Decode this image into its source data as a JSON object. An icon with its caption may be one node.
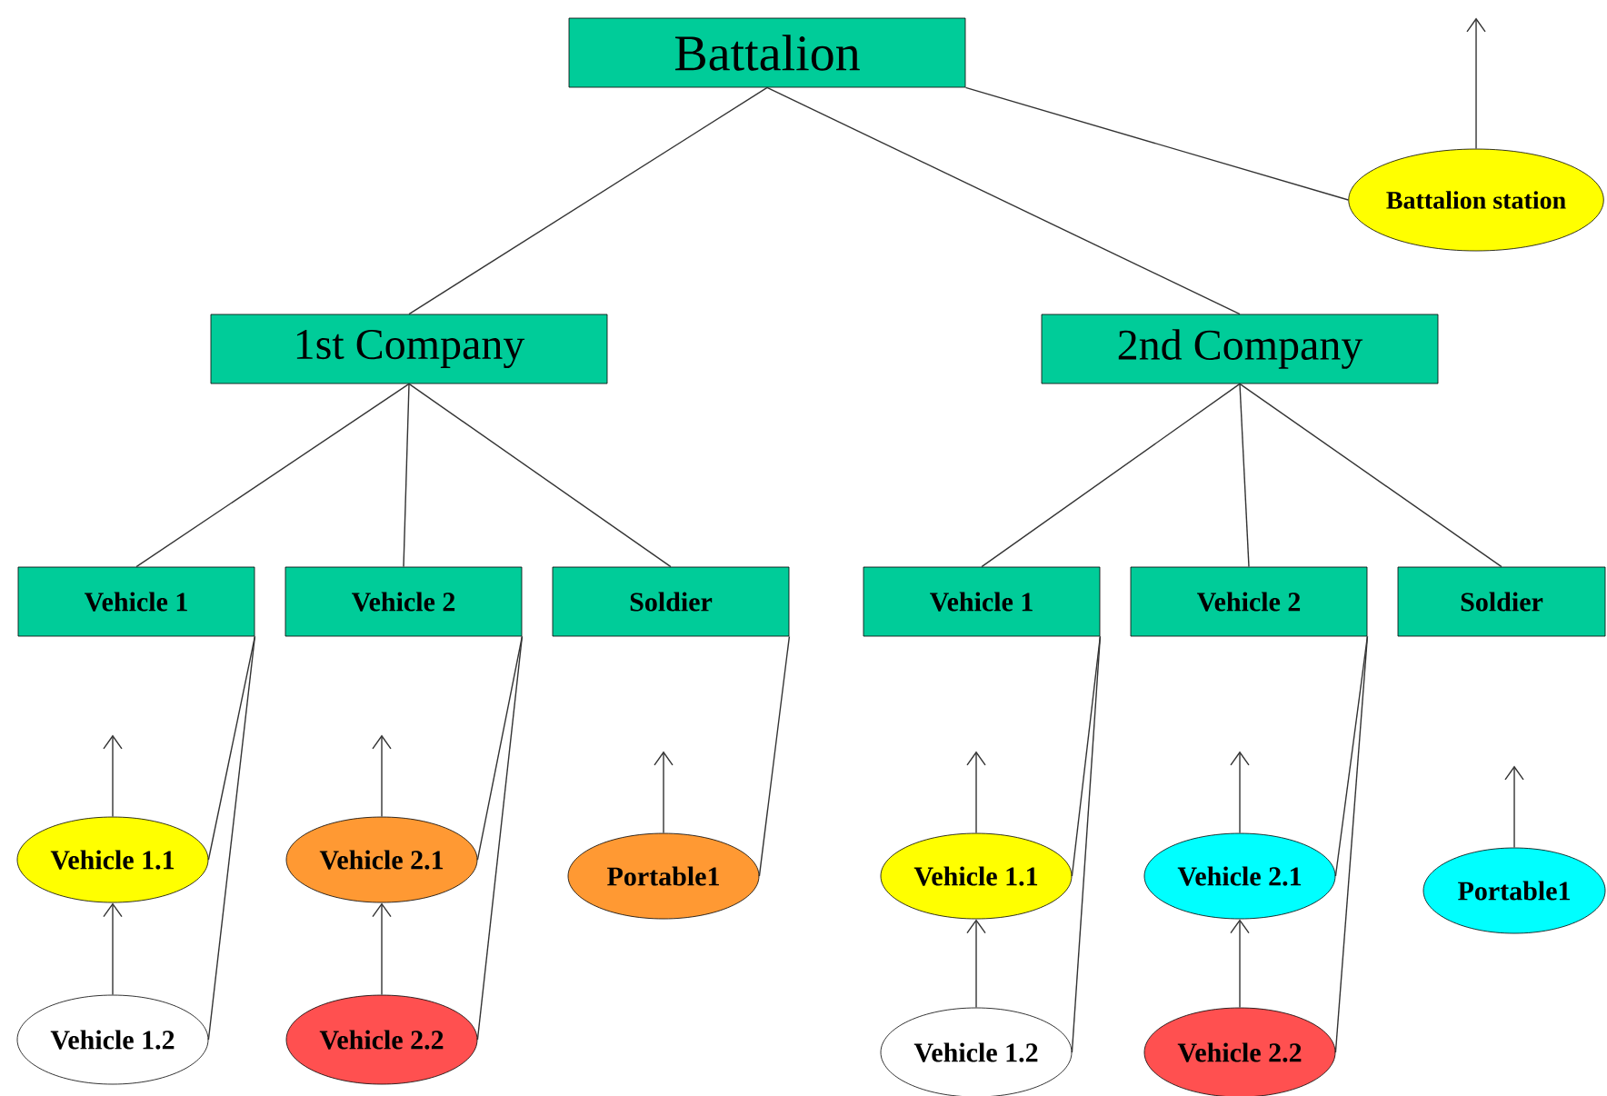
{
  "diagram": {
    "nodes": [
      {
        "text": [
          "Battalion"
        ]
      },
      {
        "text": [
          "Battalion station"
        ]
      },
      {
        "text": [
          "1st Company"
        ]
      },
      {
        "text": [
          "2nd Company"
        ]
      },
      {
        "text": [
          "Vehicle 1"
        ]
      },
      {
        "text": [
          "Vehicle 2"
        ]
      },
      {
        "text": [
          "Soldier"
        ]
      },
      {
        "text": [
          "Vehicle 1"
        ]
      },
      {
        "text": [
          "Vehicle 2"
        ]
      },
      {
        "text": [
          "Soldier"
        ]
      },
      {
        "text": [
          "Vehicle 1.1"
        ]
      },
      {
        "text": [
          "Vehicle 1.2"
        ]
      },
      {
        "text": [
          "Vehicle 2.1"
        ]
      },
      {
        "text": [
          "Vehicle 2.2"
        ]
      },
      {
        "text": [
          "Portable1"
        ]
      },
      {
        "text": [
          "Vehicle 1.1"
        ]
      },
      {
        "text": [
          "Vehicle 1.2"
        ]
      },
      {
        "text": [
          "Vehicle 2.1"
        ]
      },
      {
        "text": [
          "Vehicle 2.2"
        ]
      },
      {
        "text": [
          "Portable1"
        ]
      }
    ],
    "edges": [
      {
        "from": 0,
        "to": 2,
        "arrow": "none"
      },
      {
        "from": 0,
        "to": 3,
        "arrow": "none"
      },
      {
        "from": 0,
        "to": 1,
        "arrow": "none"
      },
      {
        "from": 1,
        "to": null,
        "arrow": "to"
      },
      {
        "from": 2,
        "to": 4,
        "arrow": "none"
      },
      {
        "from": 2,
        "to": 5,
        "arrow": "none"
      },
      {
        "from": 2,
        "to": 6,
        "arrow": "none"
      },
      {
        "from": 3,
        "to": 7,
        "arrow": "none"
      },
      {
        "from": 3,
        "to": 8,
        "arrow": "none"
      },
      {
        "from": 3,
        "to": 9,
        "arrow": "none"
      },
      {
        "from": 4,
        "to": 10,
        "arrow": "none"
      },
      {
        "from": 4,
        "to": 11,
        "arrow": "none"
      },
      {
        "from": 5,
        "to": 12,
        "arrow": "none"
      },
      {
        "from": 5,
        "to": 13,
        "arrow": "none"
      },
      {
        "from": 6,
        "to": 14,
        "arrow": "none"
      },
      {
        "from": 7,
        "to": 15,
        "arrow": "none"
      },
      {
        "from": 7,
        "to": 16,
        "arrow": "none"
      },
      {
        "from": 8,
        "to": 17,
        "arrow": "none"
      },
      {
        "from": 8,
        "to": 18,
        "arrow": "none"
      },
      {
        "from": 10,
        "to": null,
        "arrow": "to"
      },
      {
        "from": 11,
        "to": 10,
        "arrow": "to"
      },
      {
        "from": 12,
        "to": null,
        "arrow": "to"
      },
      {
        "from": 13,
        "to": 12,
        "arrow": "to"
      },
      {
        "from": 14,
        "to": null,
        "arrow": "to"
      },
      {
        "from": 15,
        "to": null,
        "arrow": "to"
      },
      {
        "from": 16,
        "to": 15,
        "arrow": "to"
      },
      {
        "from": 17,
        "to": null,
        "arrow": "to"
      },
      {
        "from": 18,
        "to": 17,
        "arrow": "to"
      },
      {
        "from": 19,
        "to": null,
        "arrow": "to"
      }
    ]
  }
}
